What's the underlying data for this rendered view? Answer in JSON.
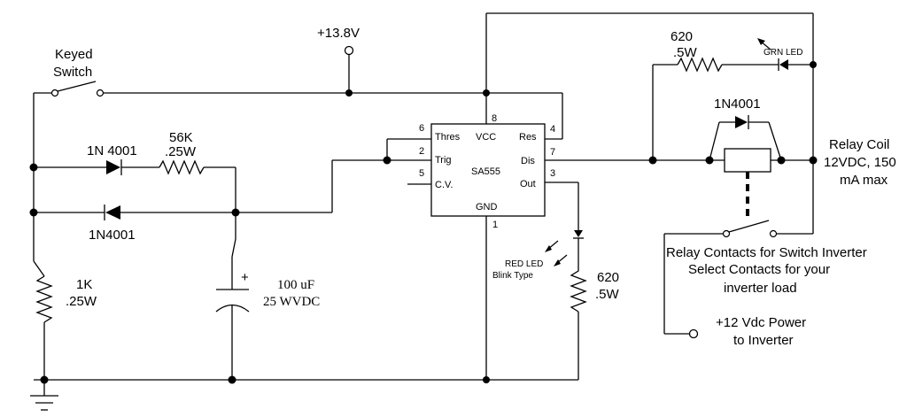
{
  "supply": {
    "label": "+13.8V"
  },
  "keyed_switch": {
    "line1": "Keyed",
    "line2": "Switch"
  },
  "diode_top": {
    "label": "1N 4001"
  },
  "diode_bottom": {
    "label": "1N4001"
  },
  "resistor_56k": {
    "line1": "56K",
    "line2": ".25W"
  },
  "resistor_1k": {
    "line1": "1K",
    "line2": ".25W"
  },
  "capacitor": {
    "line1": "100 uF",
    "line2": "25 WVDC",
    "polarity": "+"
  },
  "ic": {
    "name": "SA555",
    "labels": {
      "thres": "Thres",
      "trig": "Trig",
      "cv": "C.V.",
      "vcc": "VCC",
      "gnd": "GND",
      "res": "Res",
      "dis": "Dis",
      "out": "Out"
    },
    "pins": {
      "p6": "6",
      "p2": "2",
      "p5": "5",
      "p8": "8",
      "p4": "4",
      "p7": "7",
      "p3": "3",
      "p1": "1"
    }
  },
  "resistor_620_top": {
    "line1": "620",
    "line2": ".5W"
  },
  "green_led": {
    "label": "GRN LED"
  },
  "diode_relay": {
    "label": "1N4001"
  },
  "relay_coil": {
    "line1": "Relay Coil",
    "line2": "12VDC, 150",
    "line3": "mA max"
  },
  "red_led": {
    "line1": "RED LED",
    "line2": "Blink Type"
  },
  "resistor_620_bottom": {
    "line1": "620",
    "line2": ".5W"
  },
  "relay_contacts": {
    "line1": "Relay Contacts for Switch Inverter",
    "line2": "Select Contacts for your",
    "line3": "inverter load"
  },
  "power_out": {
    "line1": "+12 Vdc Power",
    "line2": "to Inverter"
  },
  "colors": {
    "ink": "#000000",
    "background": "#ffffff"
  }
}
